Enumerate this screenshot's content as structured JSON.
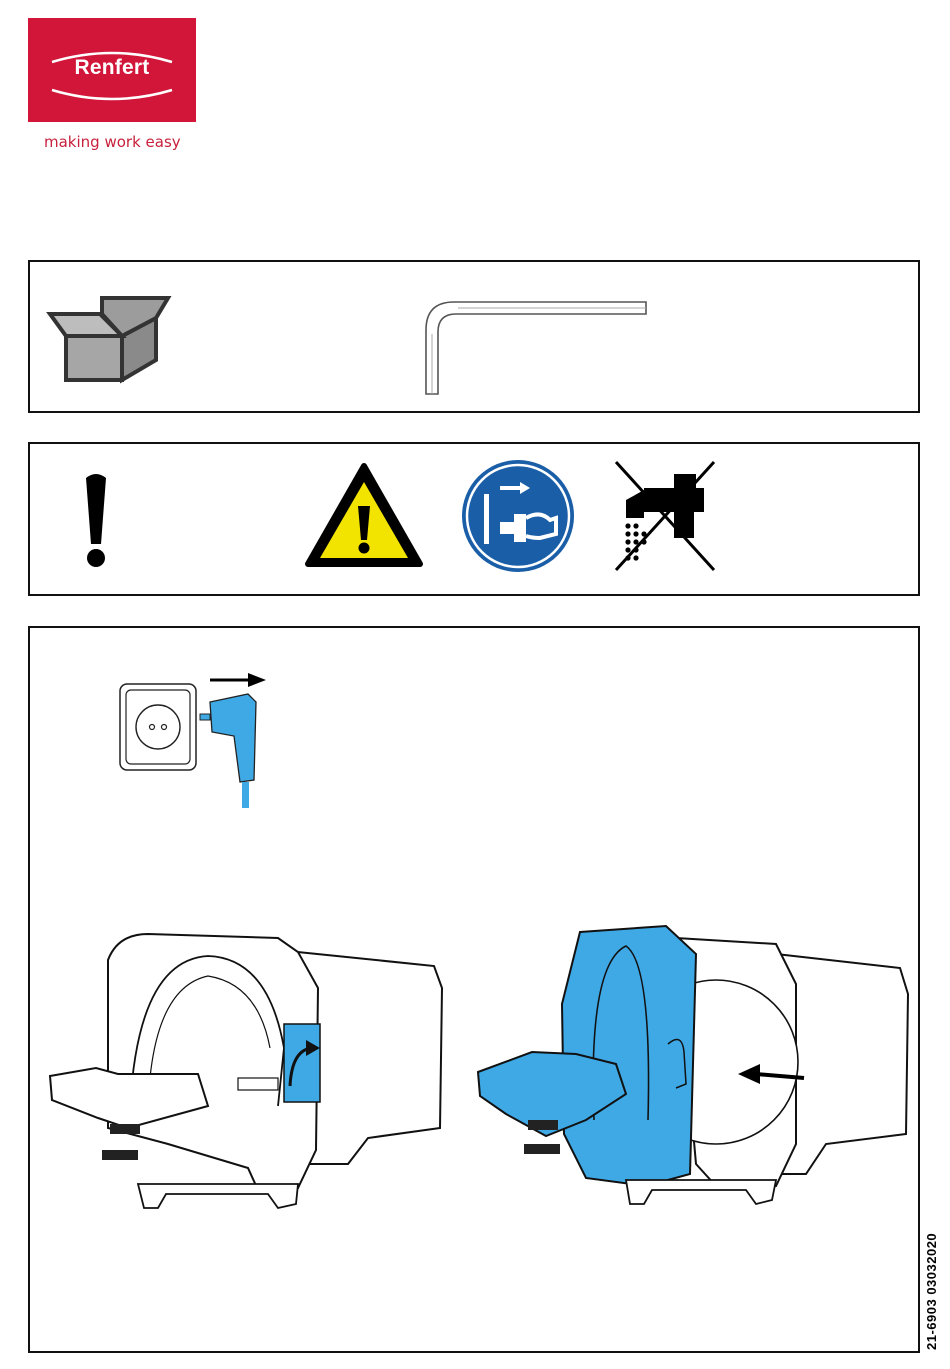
{
  "brand": {
    "name": "Renfert",
    "tagline": "making work easy",
    "logo_color": "#d2163a"
  },
  "panels": {
    "scope_of_delivery": {
      "icons": [
        "open-box-icon",
        "allen-key-icon"
      ]
    },
    "safety": {
      "icons": [
        "exclamation-icon",
        "warning-triangle-icon",
        "disconnect-plug-icon",
        "no-water-icon"
      ]
    },
    "instructions": {
      "icons": [
        "unplug-from-socket-illustration",
        "trimmer-with-cover-closed-illustration",
        "trimmer-cover-removal-illustration"
      ],
      "accent_color": "#3fa9e6"
    }
  },
  "document_number": "21-6903  03032020"
}
